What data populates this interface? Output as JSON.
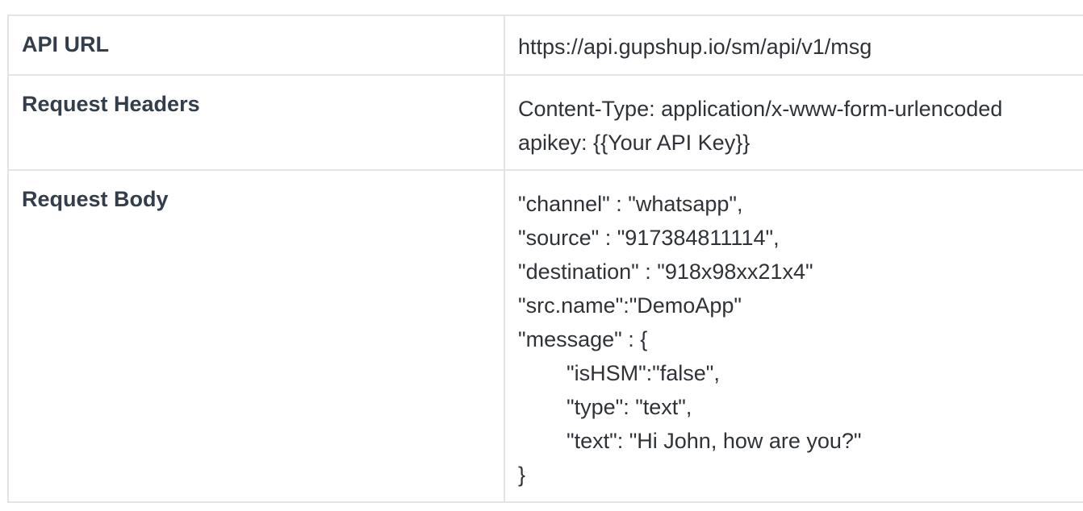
{
  "table": {
    "rows": [
      {
        "key": "API URL",
        "lines": [
          {
            "text": "https://api.gupshup.io/sm/api/v1/msg",
            "indent": false
          }
        ]
      },
      {
        "key": "Request Headers",
        "lines": [
          {
            "text": "Content-Type: application/x-www-form-urlencoded",
            "indent": false
          },
          {
            "text": "apikey: {{Your API Key}}",
            "indent": false
          }
        ]
      },
      {
        "key": "Request Body",
        "lines": [
          {
            "text": "\"channel\" : \"whatsapp\",",
            "indent": false
          },
          {
            "text": "\"source\" : \"917384811114\",",
            "indent": false
          },
          {
            "text": "\"destination\" : \"918x98xx21x4\"",
            "indent": false
          },
          {
            "text": "\"src.name\":\"DemoApp\"",
            "indent": false
          },
          {
            "text": "\"message\" : {",
            "indent": false
          },
          {
            "text": "\"isHSM\":\"false\",",
            "indent": true
          },
          {
            "text": "\"type\": \"text\",",
            "indent": true
          },
          {
            "text": "\"text\": \"Hi John, how are you?\"",
            "indent": true
          },
          {
            "text": "}",
            "indent": false
          }
        ]
      }
    ]
  }
}
